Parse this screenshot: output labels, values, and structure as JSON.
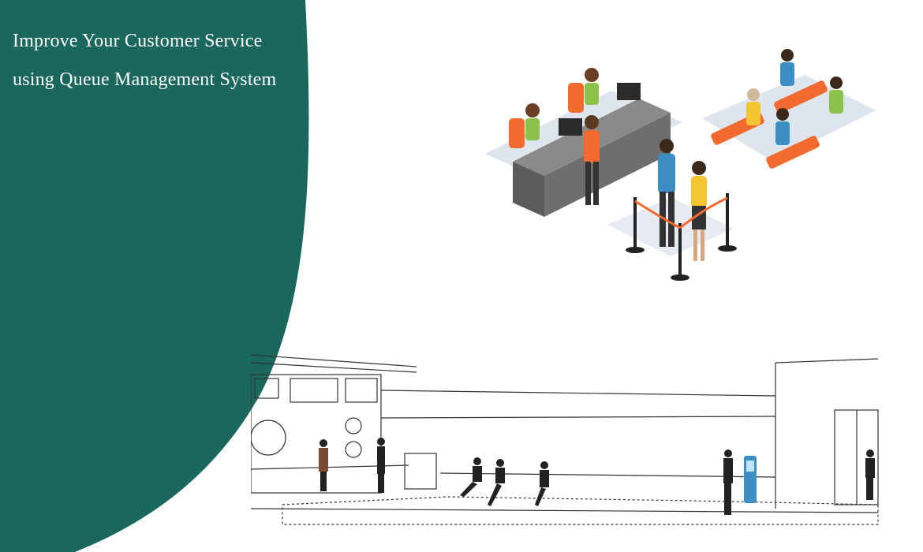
{
  "banner": {
    "headline_line1": "Improve Your Customer Service",
    "headline_line2": "using Queue Management System"
  },
  "colors": {
    "panel_green": "#1a675e",
    "background": "#ffffff",
    "headline_text": "#ffffff",
    "accent_orange": "#f26a2e",
    "desk_gray": "#6b6b6b",
    "uniform_green": "#8bc34a",
    "shirt_blue": "#3c8fc5",
    "shirt_yellow": "#f4c431",
    "sketch_line": "#333333"
  },
  "images": {
    "queue_illustration": "queue-management-illustration",
    "lobby_sketch": "bank-lobby-sketch"
  }
}
